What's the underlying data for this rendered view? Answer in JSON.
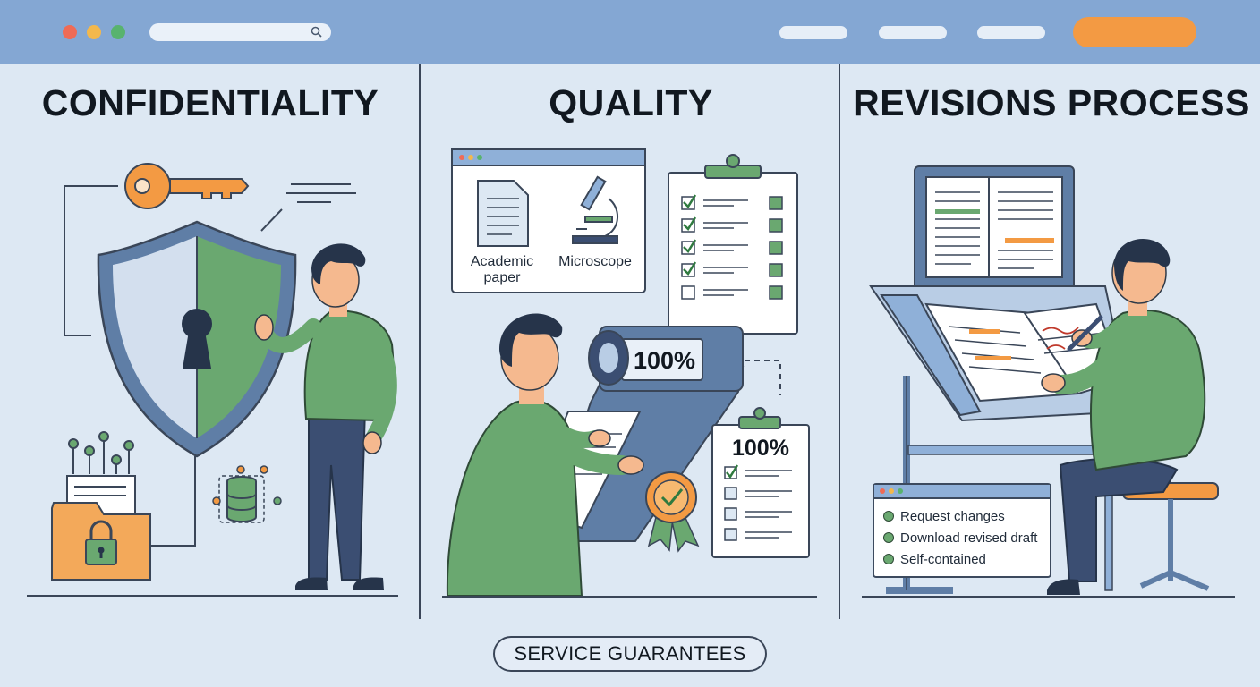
{
  "window": {
    "controls": [
      "close",
      "minimize",
      "maximize"
    ],
    "search_icon": "search-icon"
  },
  "panels": [
    {
      "title": "CONFIDENTIALITY",
      "icons": [
        "key-icon",
        "shield-keyhole-icon",
        "folder-lock-icon",
        "database-icon"
      ]
    },
    {
      "title": "QUALITY",
      "window_items": [
        {
          "label": "Academic\npaper",
          "icon": "document-icon"
        },
        {
          "label": "Microscope",
          "icon": "microscope-icon"
        }
      ],
      "scanner_percent": "100%",
      "checklist_percent": "100%",
      "icons": [
        "clipboard-checklist-icon",
        "award-ribbon-icon"
      ]
    },
    {
      "title": "REVISIONS PROCESS",
      "options": [
        "Request changes",
        "Download revised draft",
        "Self-contained"
      ],
      "icons": [
        "monitor-book-icon",
        "drafting-table-icon"
      ]
    }
  ],
  "footer": {
    "badge": "SERVICE GUARANTEES"
  },
  "colors": {
    "topbar": "#84a7d3",
    "background": "#dde8f3",
    "accent_orange": "#f39a43",
    "accent_green": "#6aa870",
    "outline": "#3a4658"
  }
}
